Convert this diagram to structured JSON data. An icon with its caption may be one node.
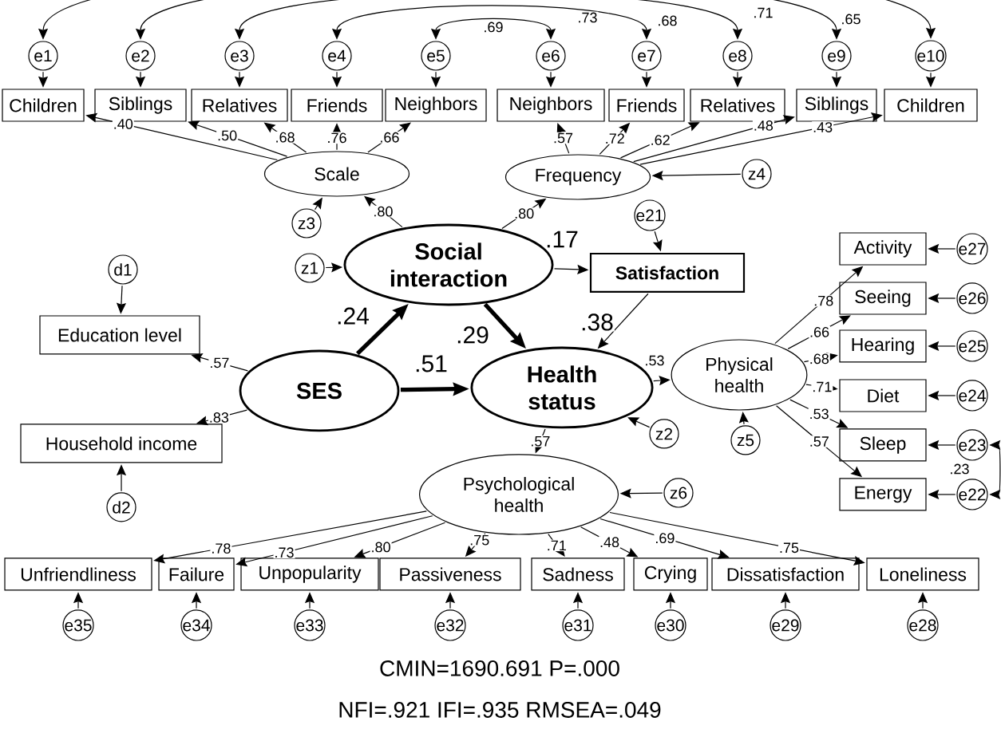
{
  "diagram": {
    "nodes": [
      {
        "text": [
          "e1"
        ]
      },
      {
        "text": [
          "e2"
        ]
      },
      {
        "text": [
          "e3"
        ]
      },
      {
        "text": [
          "e4"
        ]
      },
      {
        "text": [
          "e5"
        ]
      },
      {
        "text": [
          "e6"
        ]
      },
      {
        "text": [
          "e7"
        ]
      },
      {
        "text": [
          "e8"
        ]
      },
      {
        "text": [
          "e9"
        ]
      },
      {
        "text": [
          "e10"
        ]
      },
      {
        "text": [
          "Children"
        ]
      },
      {
        "text": [
          "Siblings"
        ]
      },
      {
        "text": [
          "Relatives"
        ]
      },
      {
        "text": [
          "Friends"
        ]
      },
      {
        "text": [
          "Neighbors"
        ]
      },
      {
        "text": [
          "Neighbors"
        ]
      },
      {
        "text": [
          "Friends"
        ]
      },
      {
        "text": [
          "Relatives"
        ]
      },
      {
        "text": [
          "Siblings"
        ]
      },
      {
        "text": [
          "Children"
        ]
      },
      {
        "text": [
          "Scale"
        ]
      },
      {
        "text": [
          "Frequency"
        ]
      },
      {
        "text": [
          "z4"
        ]
      },
      {
        "text": [
          "z3"
        ]
      },
      {
        "text": [
          "e21"
        ]
      },
      {
        "text": [
          "d1"
        ]
      },
      {
        "text": [
          "z1"
        ]
      },
      {
        "text": [
          "Social interaction"
        ]
      },
      {
        "text": [
          "Satisfaction"
        ]
      },
      {
        "text": [
          "Activity"
        ]
      },
      {
        "text": [
          "e27"
        ]
      },
      {
        "text": [
          "Seeing"
        ]
      },
      {
        "text": [
          "e26"
        ]
      },
      {
        "text": [
          "Education level"
        ]
      },
      {
        "text": [
          "Hearing"
        ]
      },
      {
        "text": [
          "e25"
        ]
      },
      {
        "text": [
          "SES"
        ]
      },
      {
        "text": [
          "Health status"
        ]
      },
      {
        "text": [
          "Physical health"
        ]
      },
      {
        "text": [
          "Diet"
        ]
      },
      {
        "text": [
          "e24"
        ]
      },
      {
        "text": [
          "Household income"
        ]
      },
      {
        "text": [
          "z2"
        ]
      },
      {
        "text": [
          "z5"
        ]
      },
      {
        "text": [
          "Sleep"
        ]
      },
      {
        "text": [
          "e23"
        ]
      },
      {
        "text": [
          "Energy"
        ]
      },
      {
        "text": [
          "e22"
        ]
      },
      {
        "text": [
          "d2"
        ]
      },
      {
        "text": [
          "Psychological health"
        ]
      },
      {
        "text": [
          "z6"
        ]
      },
      {
        "text": [
          "Unfriendliness"
        ]
      },
      {
        "text": [
          "Failure"
        ]
      },
      {
        "text": [
          "Unpopularity"
        ]
      },
      {
        "text": [
          "Passiveness"
        ]
      },
      {
        "text": [
          "Sadness"
        ]
      },
      {
        "text": [
          "Crying"
        ]
      },
      {
        "text": [
          "Dissatisfaction"
        ]
      },
      {
        "text": [
          "Loneliness"
        ]
      },
      {
        "text": [
          "e35"
        ]
      },
      {
        "text": [
          "e34"
        ]
      },
      {
        "text": [
          "e33"
        ]
      },
      {
        "text": [
          "e32"
        ]
      },
      {
        "text": [
          "e31"
        ]
      },
      {
        "text": [
          "e30"
        ]
      },
      {
        "text": [
          "e29"
        ]
      },
      {
        "text": [
          "e28"
        ]
      }
    ],
    "edges": [
      {
        "from": 0,
        "to": 10,
        "arrow": "to"
      },
      {
        "from": 1,
        "to": 11,
        "arrow": "to"
      },
      {
        "from": 2,
        "to": 12,
        "arrow": "to"
      },
      {
        "from": 3,
        "to": 13,
        "arrow": "to"
      },
      {
        "from": 4,
        "to": 14,
        "arrow": "to"
      },
      {
        "from": 5,
        "to": 15,
        "arrow": "to"
      },
      {
        "from": 6,
        "to": 16,
        "arrow": "to"
      },
      {
        "from": 7,
        "to": 17,
        "arrow": "to"
      },
      {
        "from": 8,
        "to": 18,
        "arrow": "to"
      },
      {
        "from": 9,
        "to": 19,
        "arrow": "to"
      },
      {
        "from": 20,
        "to": 10,
        "arrow": "to",
        "label": ".40"
      },
      {
        "from": 20,
        "to": 11,
        "arrow": "to",
        "label": ".50"
      },
      {
        "from": 20,
        "to": 12,
        "arrow": "to",
        "label": ".68"
      },
      {
        "from": 20,
        "to": 13,
        "arrow": "to",
        "label": ".76"
      },
      {
        "from": 20,
        "to": 14,
        "arrow": "to",
        "label": ".66"
      },
      {
        "from": 21,
        "to": 15,
        "arrow": "to",
        "label": ".57"
      },
      {
        "from": 21,
        "to": 16,
        "arrow": "to",
        "label": ".72"
      },
      {
        "from": 21,
        "to": 17,
        "arrow": "to",
        "label": ".62"
      },
      {
        "from": 21,
        "to": 18,
        "arrow": "to",
        "label": ".48"
      },
      {
        "from": 21,
        "to": 19,
        "arrow": "to",
        "label": ".43"
      },
      {
        "from": 22,
        "to": 21,
        "arrow": "to"
      },
      {
        "from": 23,
        "to": 20,
        "arrow": "to"
      },
      {
        "from": 27,
        "to": 20,
        "arrow": "to",
        "label": ".80"
      },
      {
        "from": 27,
        "to": 21,
        "arrow": "to",
        "label": ".80"
      },
      {
        "from": 24,
        "to": 28,
        "arrow": "to"
      },
      {
        "from": 25,
        "to": 33,
        "arrow": "to"
      },
      {
        "from": 26,
        "to": 27,
        "arrow": "to"
      },
      {
        "from": 27,
        "to": 28,
        "arrow": "to",
        "label": ".17"
      },
      {
        "from": 36,
        "to": 27,
        "arrow": "to",
        "label": ".24",
        "style": "thick"
      },
      {
        "from": 36,
        "to": 37,
        "arrow": "to",
        "label": ".51",
        "style": "thick"
      },
      {
        "from": 27,
        "to": 37,
        "arrow": "to",
        "label": ".29",
        "style": "thick"
      },
      {
        "from": 28,
        "to": 37,
        "arrow": "to",
        "label": ".38"
      },
      {
        "from": 36,
        "to": 33,
        "arrow": "to",
        "label": ".57"
      },
      {
        "from": 36,
        "to": 41,
        "arrow": "to",
        "label": ".83"
      },
      {
        "from": 48,
        "to": 41,
        "arrow": "to"
      },
      {
        "from": 37,
        "to": 38,
        "arrow": "to",
        "label": ".53"
      },
      {
        "from": 37,
        "to": 49,
        "arrow": "to",
        "label": ".57"
      },
      {
        "from": 42,
        "to": 37,
        "arrow": "to"
      },
      {
        "from": 43,
        "to": 38,
        "arrow": "to"
      },
      {
        "from": 50,
        "to": 49,
        "arrow": "to"
      },
      {
        "from": 38,
        "to": 29,
        "arrow": "to",
        "label": ".78"
      },
      {
        "from": 38,
        "to": 31,
        "arrow": "to",
        "label": ".66"
      },
      {
        "from": 38,
        "to": 34,
        "arrow": "to",
        "label": ".68"
      },
      {
        "from": 38,
        "to": 39,
        "arrow": "to",
        "label": ".71"
      },
      {
        "from": 38,
        "to": 44,
        "arrow": "to",
        "label": ".53"
      },
      {
        "from": 38,
        "to": 46,
        "arrow": "to",
        "label": ".57"
      },
      {
        "from": 30,
        "to": 29,
        "arrow": "to"
      },
      {
        "from": 32,
        "to": 31,
        "arrow": "to"
      },
      {
        "from": 35,
        "to": 34,
        "arrow": "to"
      },
      {
        "from": 40,
        "to": 39,
        "arrow": "to"
      },
      {
        "from": 45,
        "to": 44,
        "arrow": "to"
      },
      {
        "from": 47,
        "to": 46,
        "arrow": "to"
      },
      {
        "from": 45,
        "to": 47,
        "arrow": "both",
        "label": ".23"
      },
      {
        "from": 49,
        "to": 51,
        "arrow": "to",
        "label": ".78"
      },
      {
        "from": 49,
        "to": 52,
        "arrow": "to",
        "label": ".73"
      },
      {
        "from": 49,
        "to": 53,
        "arrow": "to",
        "label": ".80"
      },
      {
        "from": 49,
        "to": 54,
        "arrow": "to",
        "label": ".75"
      },
      {
        "from": 49,
        "to": 55,
        "arrow": "to",
        "label": ".71"
      },
      {
        "from": 49,
        "to": 56,
        "arrow": "to",
        "label": ".48"
      },
      {
        "from": 49,
        "to": 57,
        "arrow": "to",
        "label": ".69"
      },
      {
        "from": 49,
        "to": 58,
        "arrow": "to",
        "label": ".75"
      },
      {
        "from": 59,
        "to": 51,
        "arrow": "to"
      },
      {
        "from": 60,
        "to": 52,
        "arrow": "to"
      },
      {
        "from": 61,
        "to": 53,
        "arrow": "to"
      },
      {
        "from": 62,
        "to": 54,
        "arrow": "to"
      },
      {
        "from": 63,
        "to": 55,
        "arrow": "to"
      },
      {
        "from": 64,
        "to": 56,
        "arrow": "to"
      },
      {
        "from": 65,
        "to": 57,
        "arrow": "to"
      },
      {
        "from": 66,
        "to": 58,
        "arrow": "to"
      },
      {
        "from": 4,
        "to": 5,
        "arrow": "both",
        "label": ".69"
      },
      {
        "from": 3,
        "to": 6,
        "arrow": "both",
        "label": ".73"
      },
      {
        "from": 2,
        "to": 7,
        "arrow": "both",
        "label": ".68"
      },
      {
        "from": 1,
        "to": 8,
        "arrow": "both",
        "label": ".71"
      },
      {
        "from": 0,
        "to": 9,
        "arrow": "both",
        "label": ".65"
      }
    ],
    "labels": [
      "CMIN=1690.691 P=.000",
      "NFI=.921 IFI=.935 RMSEA=.049"
    ]
  }
}
